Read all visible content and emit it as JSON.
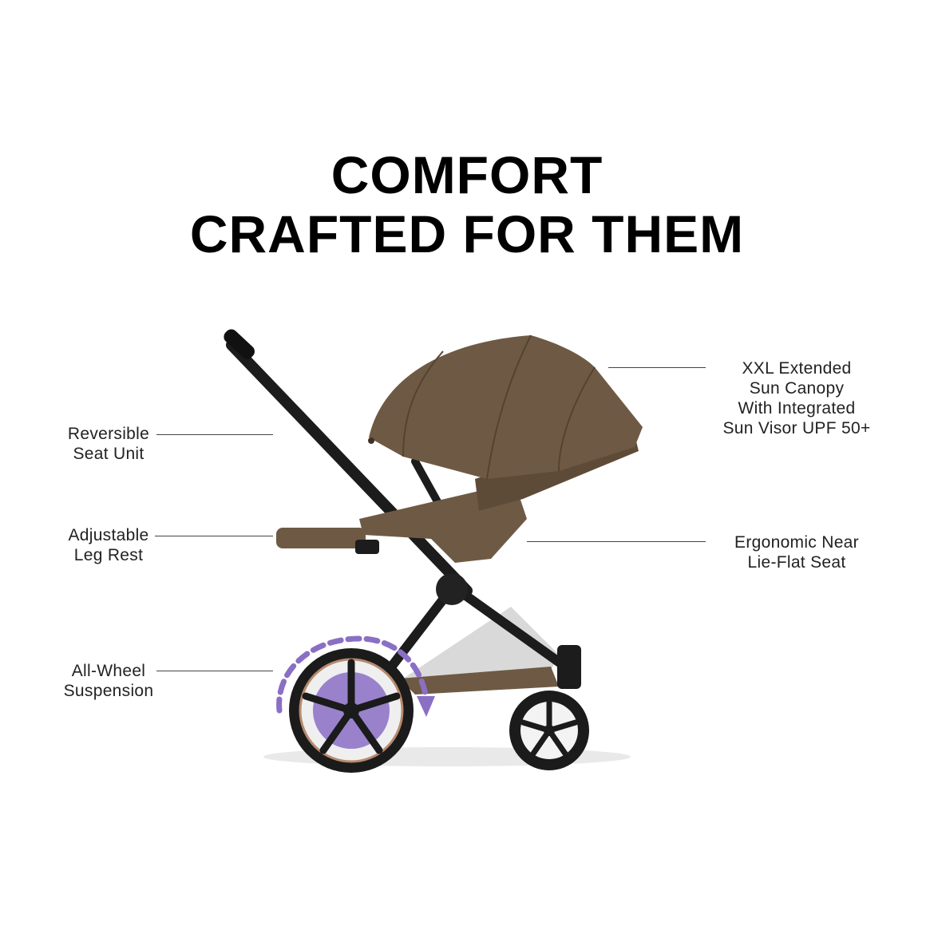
{
  "headline": {
    "line1": "COMFORT",
    "line2": "CRAFTED FOR THEM"
  },
  "callouts": {
    "seat_unit": {
      "line1": "Reversible",
      "line2": "Seat Unit"
    },
    "leg_rest": {
      "line1": "Adjustable",
      "line2": "Leg Rest"
    },
    "suspension": {
      "line1": "All-Wheel",
      "line2": "Suspension"
    },
    "canopy": {
      "line1": "XXL Extended",
      "line2": "Sun Canopy",
      "line3": "With Integrated",
      "line4": "Sun Visor UPF 50+"
    },
    "seat": {
      "line1": "Ergonomic Near",
      "line2": "Lie-Flat Seat"
    }
  },
  "colors": {
    "fabric": "#6e5a44",
    "fabric_dark": "#55432f",
    "frame": "#1c1c1c",
    "suspension_accent": "#8a6fc4"
  },
  "icons": {
    "stroller": "stroller-illustration",
    "suspension": "suspension-arc-arrow"
  }
}
